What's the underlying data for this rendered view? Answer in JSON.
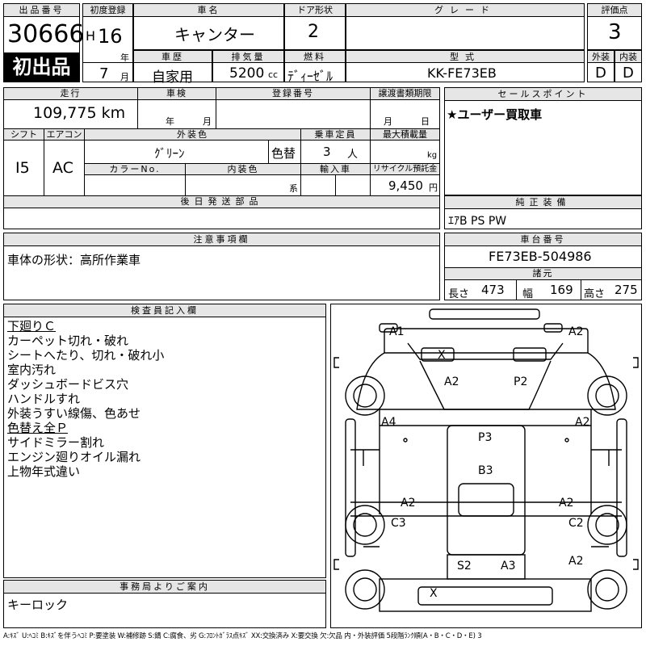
{
  "header": {
    "lot_label": "出品番号",
    "lot_no": "30666",
    "first_listing": "初出品",
    "reg_label": "初度登録",
    "era": "H",
    "year": "16",
    "year_unit": "年",
    "month": "7",
    "month_unit": "月",
    "name_label": "車名",
    "name": "キャンター",
    "door_label": "ドア形状",
    "door": "2",
    "grade_label": "グレード",
    "grade": "",
    "score_label": "評価点",
    "score": "3",
    "history_label": "車歴",
    "history": "自家用",
    "disp_label": "排気量",
    "disp": "5200",
    "disp_unit": "cc",
    "fuel_label": "燃料",
    "fuel": "ﾃﾞｨｰｾﾞﾙ",
    "model_label": "型式",
    "model": "KK-FE73EB",
    "ext_label": "外装",
    "ext_grade": "D",
    "int_label": "内装",
    "int_grade": "D"
  },
  "row2": {
    "mileage_label": "走行",
    "mileage": "109,775 km",
    "inspect_label": "車検",
    "ins_year_unit": "年",
    "ins_month_unit": "月",
    "regno_label": "登録番号",
    "transfer_label": "譲渡書類期限",
    "tr_month_unit": "月",
    "tr_day_unit": "日",
    "sales_label": "セールスポイント",
    "sales": "★ユーザー買取車",
    "shift_label": "シフト",
    "shift": "I5",
    "ac_label": "エアコン",
    "ac": "AC",
    "color_label": "外装色",
    "color": "ｸﾞﾘｰﾝ",
    "repaint": "色替",
    "capacity_label": "乗車定員",
    "capacity": "3",
    "capacity_unit": "人",
    "load_label": "最大積載量",
    "load_unit": "kg",
    "colorno_label": "カラーNo.",
    "intcolor_label": "内装色",
    "intcolor_unit": "系",
    "import_label": "輸入車",
    "recycle_label": "リサイクル預託金",
    "recycle": "9,450",
    "recycle_unit": "円",
    "later_label": "後日発送部品",
    "equip_label": "純正装備",
    "equip": "ｴｱB PS PW"
  },
  "notes": {
    "caution_label": "注意事項欄",
    "caution": "車体の形状：高所作業車",
    "chassis_label": "車台番号",
    "chassis": "FE73EB-504986",
    "dims_label": "諸元",
    "len_label": "長さ",
    "len": "473",
    "wid_label": "幅",
    "wid": "169",
    "hgt_label": "高さ",
    "hgt": "275"
  },
  "inspector": {
    "label": "検査員記入欄",
    "lines": [
      "下廻りＣ",
      "カーペット切れ・破れ",
      "シートへたり、切れ・破れ小",
      "室内汚れ",
      "ダッシュボードビス穴",
      "ハンドルすれ",
      "外装うすい線傷、色あせ",
      "色替え全Ｐ",
      "サイドミラー割れ",
      "エンジン廻りオイル漏れ",
      "上物年式違い"
    ]
  },
  "office": {
    "label": "事務局よりご案内",
    "text": "キーロック"
  },
  "damage": {
    "A1": "A1",
    "A2_fl": "A2",
    "X_top": "X",
    "A2_hood": "A2",
    "P2": "P2",
    "A4": "A4",
    "A2_r": "A2",
    "P3": "P3",
    "B3": "B3",
    "A2_lm": "A2",
    "A2_rm": "A2",
    "C3": "C3",
    "C2": "C2",
    "S2": "S2",
    "A3": "A3",
    "A2_rb": "A2",
    "X_bot": "X"
  },
  "legend": "A:ｷｽﾞ U:ﾍｺﾐ B:ｷｽﾞを伴うﾍｺﾐ P:要塗装 W:補修跡 S:錆 C:腐食、劣 G:ﾌﾛﾝﾄｶﾞﾗｽ点ｷｽﾞ XX:交換済み X:要交換 欠:欠品 内・外装評価 5段階ﾗﾝｸ順(A・B・C・D・E) 3"
}
